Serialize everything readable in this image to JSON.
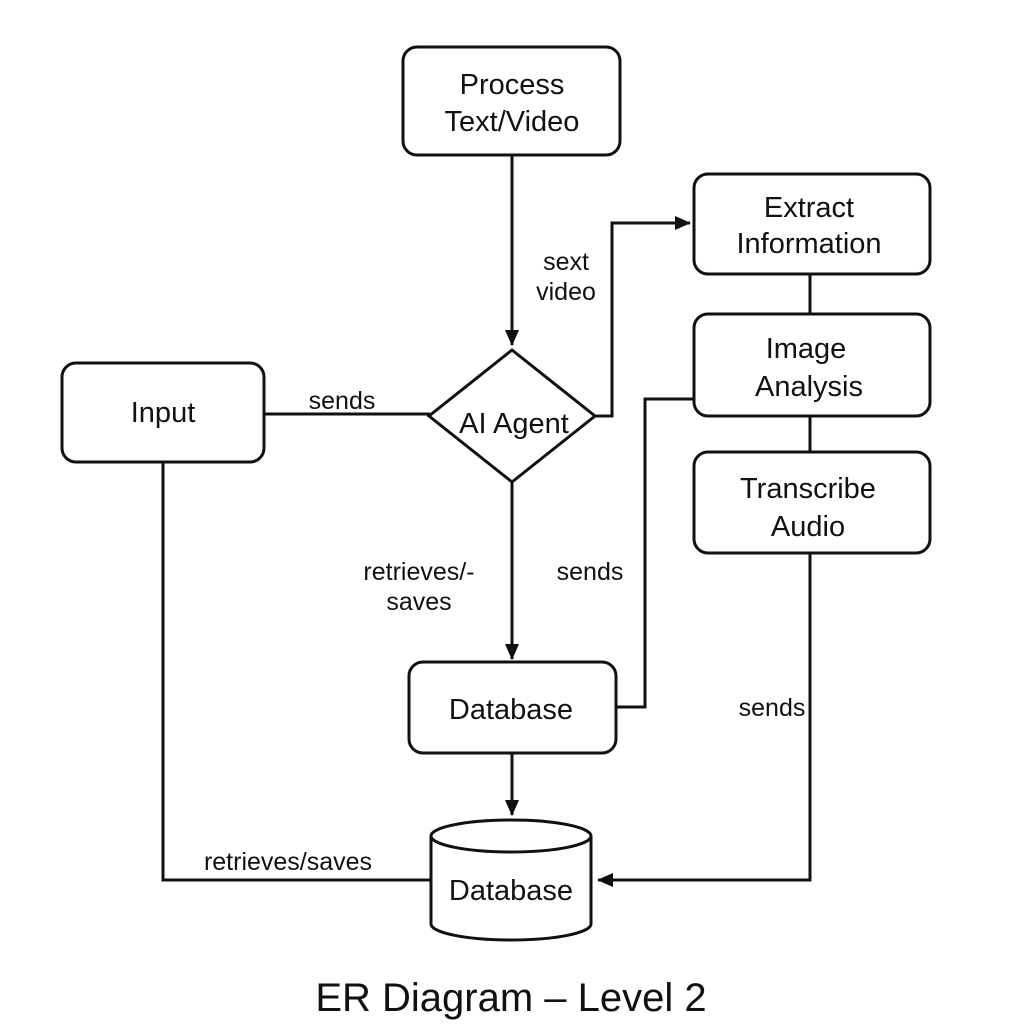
{
  "title": "ER Diagram – Level 2",
  "nodes": {
    "process_text_video": {
      "line1": "Process",
      "line2": "Text/Video"
    },
    "extract_information": {
      "line1": "Extract",
      "line2": "Information"
    },
    "image_analysis": {
      "line1": "Image",
      "line2": "Analysis"
    },
    "transcribe_audio": {
      "line1": "Transcribe",
      "line2": "Audio"
    },
    "input": {
      "label": "Input"
    },
    "ai_agent": {
      "label": "AI Agent"
    },
    "database_box": {
      "label": "Database"
    },
    "database_cylinder": {
      "label": "Database"
    }
  },
  "edges": {
    "process_to_agent": {
      "line1": "sext",
      "line2": "video"
    },
    "input_to_agent": {
      "label": "sends"
    },
    "agent_to_database": {
      "line1": "retrieves/-",
      "line2": "saves"
    },
    "image_to_database": {
      "label": "sends"
    },
    "transcribe_to_cylinder": {
      "label": "sends"
    },
    "input_to_cylinder": {
      "label": "retrieves/saves"
    }
  },
  "colors": {
    "stroke": "#111111",
    "background": "#ffffff",
    "text": "#111111"
  }
}
